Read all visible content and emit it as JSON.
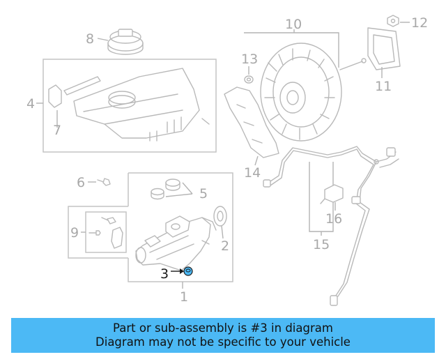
{
  "diagram": {
    "callouts": [
      {
        "id": "1",
        "label": "1"
      },
      {
        "id": "2",
        "label": "2"
      },
      {
        "id": "3",
        "label": "3"
      },
      {
        "id": "4",
        "label": "4"
      },
      {
        "id": "5",
        "label": "5"
      },
      {
        "id": "6",
        "label": "6"
      },
      {
        "id": "7",
        "label": "7"
      },
      {
        "id": "8",
        "label": "8"
      },
      {
        "id": "9",
        "label": "9"
      },
      {
        "id": "10",
        "label": "10"
      },
      {
        "id": "11",
        "label": "11"
      },
      {
        "id": "12",
        "label": "12"
      },
      {
        "id": "13",
        "label": "13"
      },
      {
        "id": "14",
        "label": "14"
      },
      {
        "id": "15",
        "label": "15"
      },
      {
        "id": "16",
        "label": "16"
      }
    ],
    "highlighted_part": "3",
    "highlight_color": "#4cb9f5",
    "line_color": "#b4b4b4"
  },
  "banner": {
    "line1": "Part or sub-assembly is #3 in diagram",
    "line2": "Diagram may not be specific to your vehicle",
    "background": "#4cb9f5"
  }
}
